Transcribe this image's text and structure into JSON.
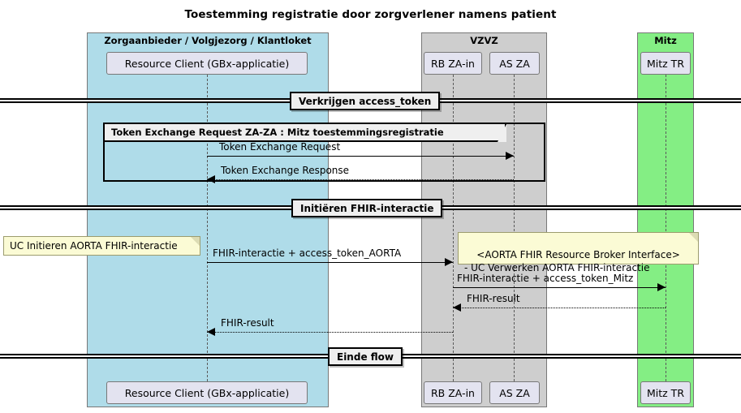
{
  "title": "Toestemming registratie door zorgverlener namens patient",
  "colors": {
    "zorgaanbieder_bg": "#AFDCE9",
    "vzvz_bg": "#CECECE",
    "mitz_bg": "#84EE84",
    "participant_bg": "#E3E3F0",
    "note_bg": "#FBFBD5",
    "divider_bg": "#EFEFEF"
  },
  "groups": [
    {
      "id": "zorgaanbieder",
      "label": "Zorgaanbieder / Volgjezorg / Klantloket"
    },
    {
      "id": "vzvz",
      "label": "VZVZ"
    },
    {
      "id": "mitz",
      "label": "Mitz"
    }
  ],
  "participants": [
    {
      "id": "resource-client",
      "label": "Resource Client (GBx-applicatie)",
      "group": "zorgaanbieder"
    },
    {
      "id": "rb-za-in",
      "label": "RB ZA-in",
      "group": "vzvz"
    },
    {
      "id": "as-za",
      "label": "AS ZA",
      "group": "vzvz"
    },
    {
      "id": "mitz-tr",
      "label": "Mitz TR",
      "group": "mitz"
    }
  ],
  "dividers": [
    {
      "id": "verkrijgen-access-token",
      "label": "Verkrijgen access_token"
    },
    {
      "id": "initieren-fhir-interactie",
      "label": "Initiëren FHIR-interactie"
    },
    {
      "id": "einde-flow",
      "label": "Einde flow"
    }
  ],
  "fragments": [
    {
      "id": "token-exchange-group",
      "label": "Token Exchange Request ZA-ZA : Mitz toestemmingsregistratie"
    }
  ],
  "messages": [
    {
      "id": "token-exchange-request",
      "label": "Token Exchange Request",
      "from": "resource-client",
      "to": "as-za",
      "style": "solid",
      "direction": "right"
    },
    {
      "id": "token-exchange-response",
      "label": "Token Exchange Response",
      "from": "as-za",
      "to": "resource-client",
      "style": "dotted",
      "direction": "left"
    },
    {
      "id": "fhir-interactie-aorta",
      "label": "FHIR-interactie + access_token_AORTA",
      "from": "resource-client",
      "to": "rb-za-in",
      "style": "solid",
      "direction": "right"
    },
    {
      "id": "fhir-interactie-mitz",
      "label": "FHIR-interactie + access_token_Mitz",
      "from": "rb-za-in",
      "to": "mitz-tr",
      "style": "solid",
      "direction": "right"
    },
    {
      "id": "fhir-result-mitz",
      "label": "FHIR-result",
      "from": "mitz-tr",
      "to": "rb-za-in",
      "style": "dotted",
      "direction": "left"
    },
    {
      "id": "fhir-result-client",
      "label": "FHIR-result",
      "from": "rb-za-in",
      "to": "resource-client",
      "style": "dotted",
      "direction": "left"
    }
  ],
  "notes": [
    {
      "id": "note-uc-initieren",
      "text": "UC Initieren AORTA FHIR-interactie"
    },
    {
      "id": "note-aorta-broker",
      "text": "<AORTA FHIR Resource Broker Interface>\n- UC Verwerken AORTA FHIR-interactie"
    }
  ]
}
